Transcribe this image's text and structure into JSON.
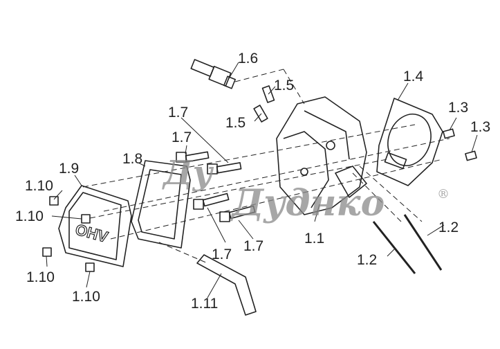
{
  "diagram": {
    "labels": {
      "spark_plug": "1.6",
      "dowel_pin_a": "1.5",
      "dowel_pin_b": "1.5",
      "head_gasket": "1.4",
      "pin_a": "1.3",
      "pin_b": "1.3",
      "bolt_a": "1.7",
      "bolt_b": "1.7",
      "bolt_c": "1.7",
      "bolt_d": "1.7",
      "cover_gasket": "1.8",
      "valve_cover": "1.9",
      "screw_a": "1.10",
      "screw_b": "1.10",
      "screw_c": "1.10",
      "screw_d": "1.10",
      "cylinder_head": "1.1",
      "push_rod_a": "1.2",
      "push_rod_b": "1.2",
      "breather_tube": "1.11"
    },
    "cover_text": "OHV",
    "watermark": {
      "line1": "Ду",
      "line2": "Дуднко",
      "mark": "®"
    }
  }
}
